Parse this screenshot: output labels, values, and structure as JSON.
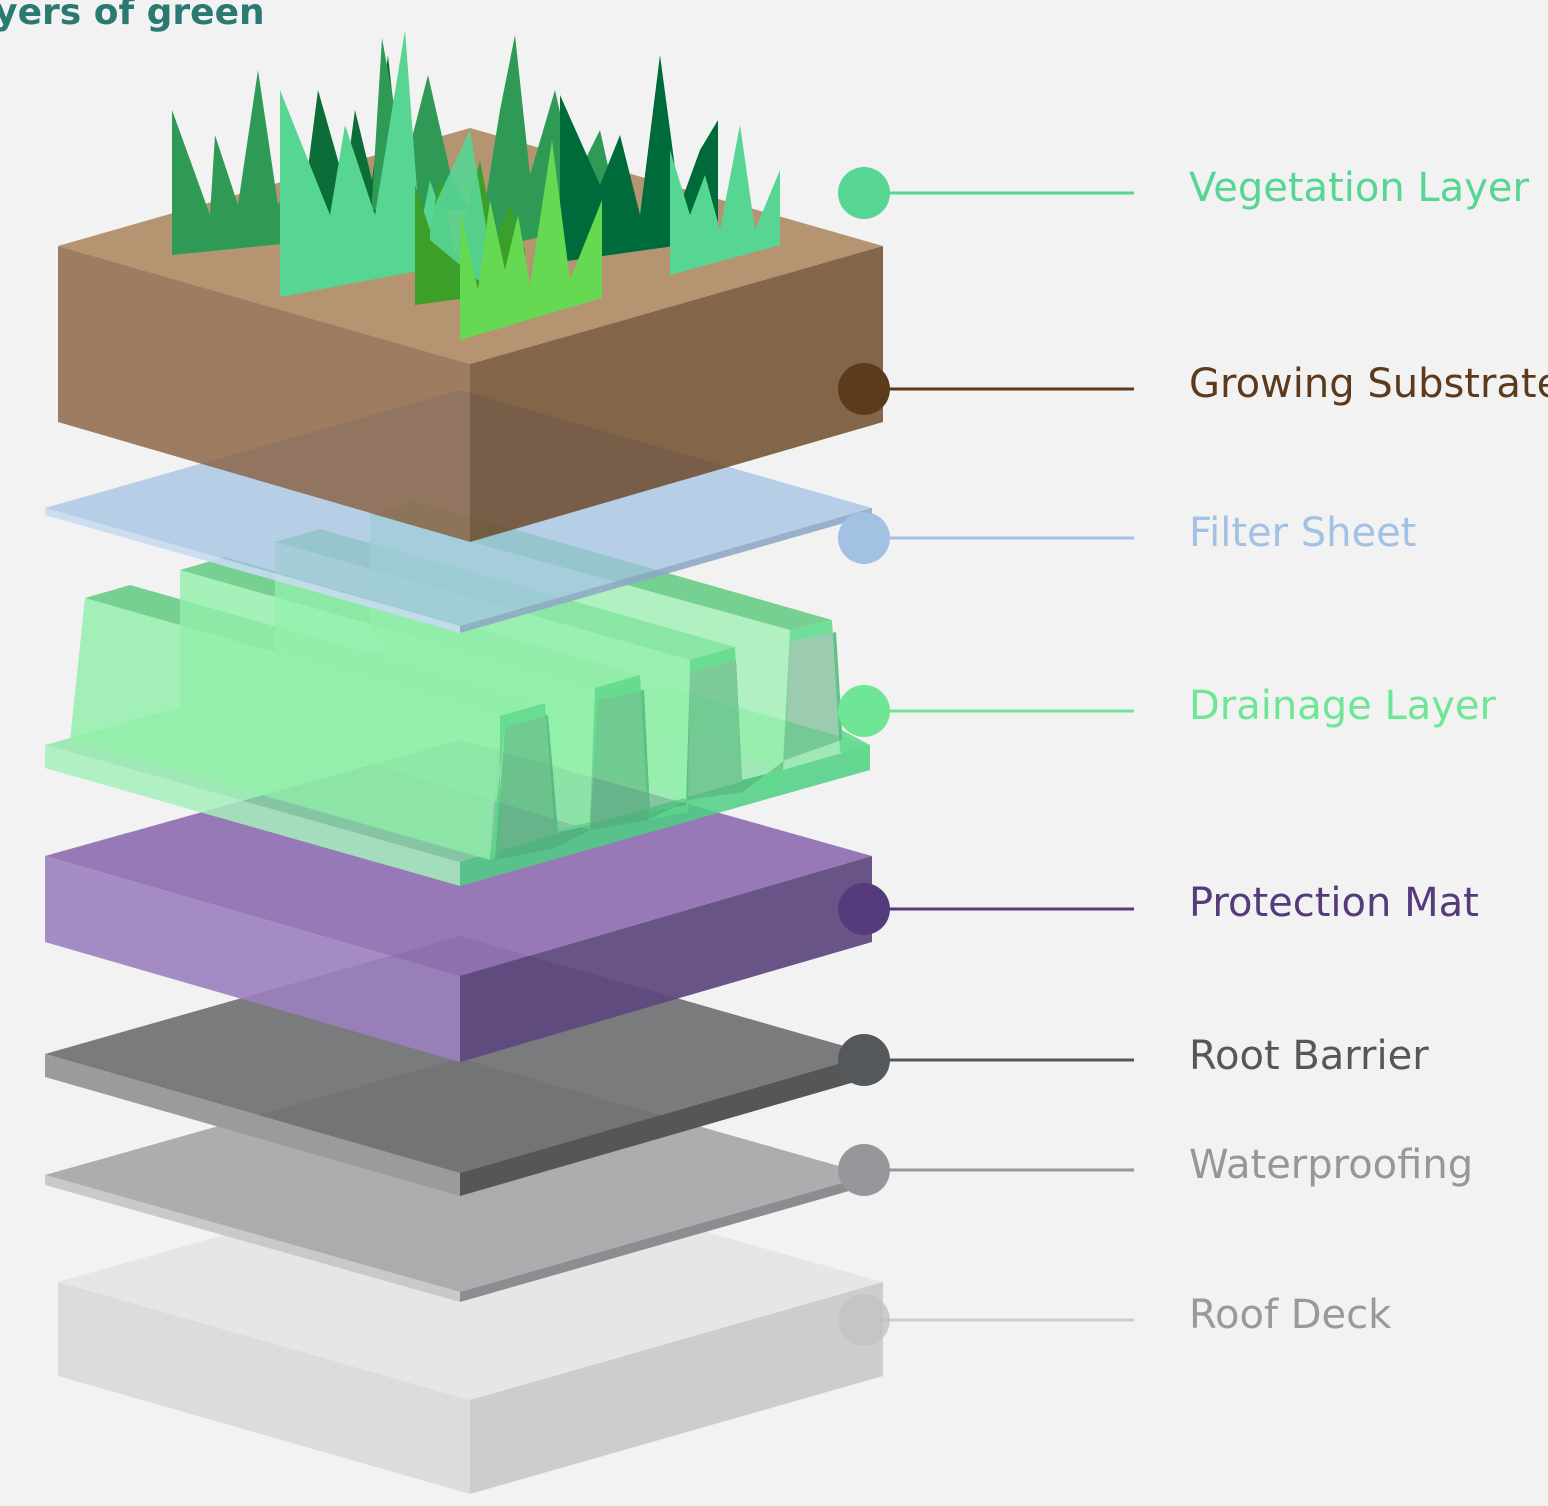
{
  "title": "Layers of green",
  "colors": {
    "background": "#f2f2f2",
    "title": "#2a7a72"
  },
  "layers": [
    {
      "label": "Vegetation Layer",
      "color": "#57d593"
    },
    {
      "label": "Growing Substrate",
      "color": "#5c3a1c"
    },
    {
      "label": "Filter Sheet",
      "color": "#a3c1e3"
    },
    {
      "label": "Drainage Layer",
      "color": "#6ee696"
    },
    {
      "label": "Protection Mat",
      "color": "#553b7c"
    },
    {
      "label": "Root Barrier",
      "color": "#55585b"
    },
    {
      "label": "Waterproofing",
      "color": "#95979a"
    },
    {
      "label": "Roof Deck",
      "color": "#c3c3c3"
    }
  ]
}
